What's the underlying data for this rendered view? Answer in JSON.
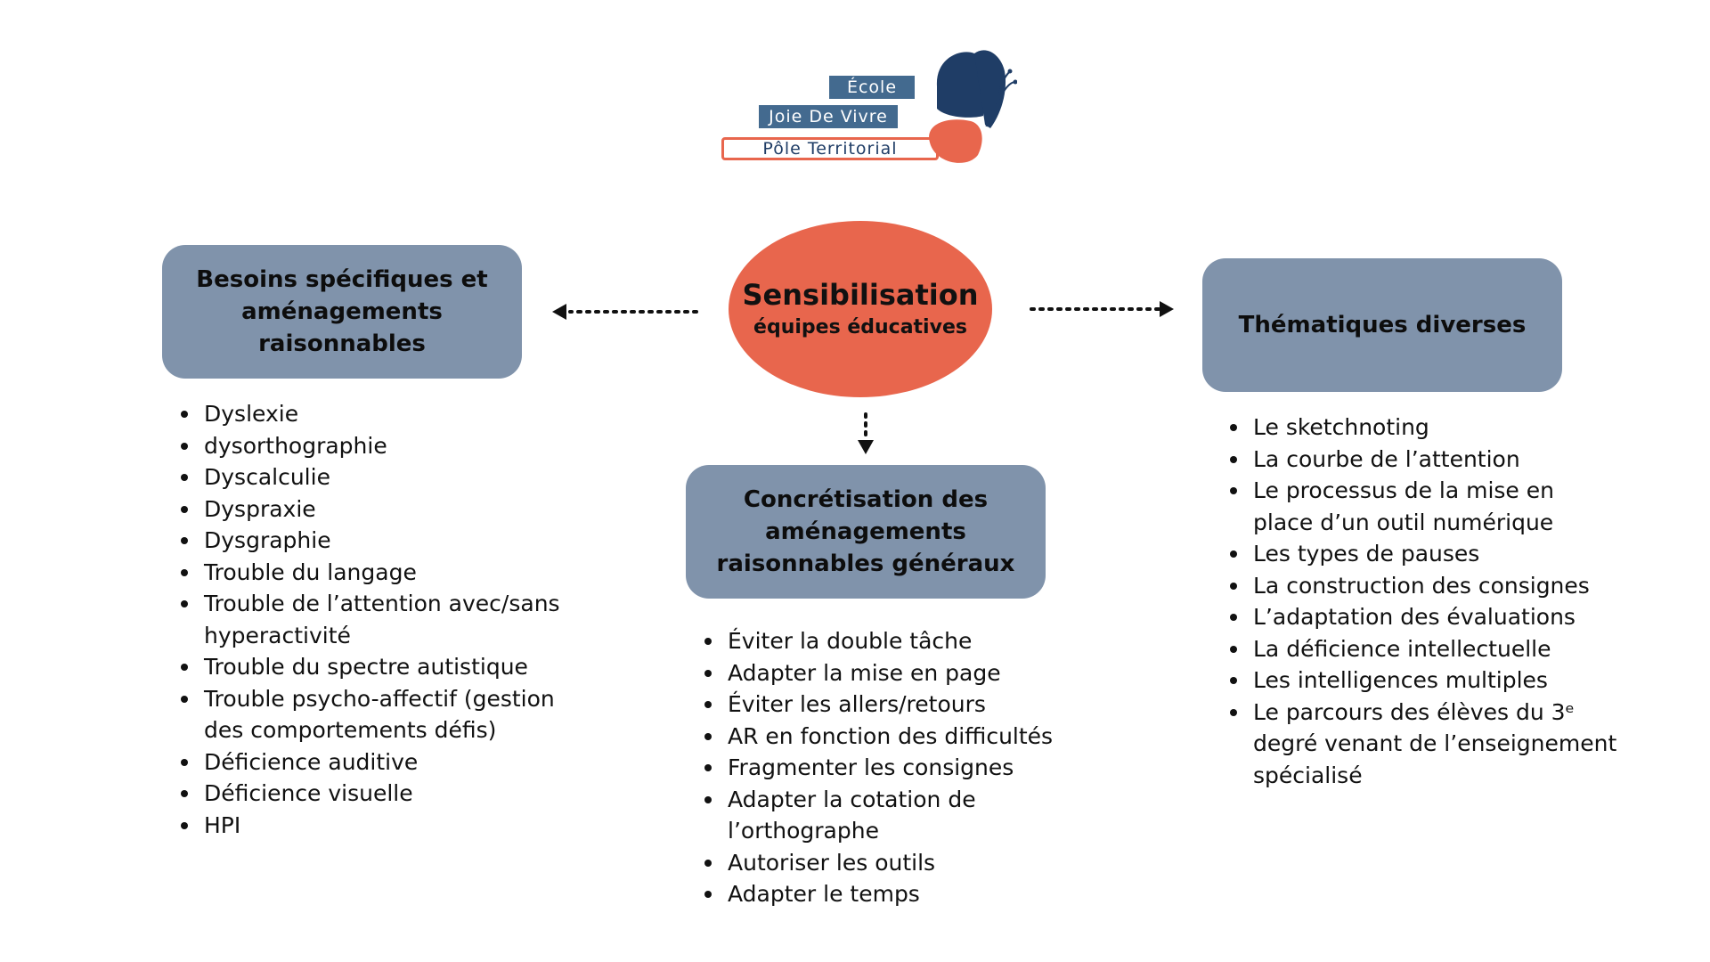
{
  "logo": {
    "line1": "École",
    "line2": "Joie De Vivre",
    "line3": "Pôle Territorial",
    "colors": {
      "navy": "#1f3d66",
      "blue": "#436a8f",
      "coral": "#e8664d"
    }
  },
  "center": {
    "title": "Sensibilisation",
    "subtitle": "équipes éducatives",
    "color": "#e8664d"
  },
  "boxes": {
    "color": "#8093ab",
    "left": "Besoins spécifiques et aménagements raisonnables",
    "right": "Thématiques diverses",
    "center": "Concrétisation des aménagements raisonnables généraux"
  },
  "lists": {
    "left": [
      "Dyslexie",
      "dysorthographie",
      "Dyscalculie",
      "Dyspraxie",
      "Dysgraphie",
      "Trouble du langage",
      "Trouble de l’attention avec/sans hyperactivité",
      "Trouble du spectre autistique",
      "Trouble psycho-affectif (gestion des comportements défis)",
      "Déficience auditive",
      "Déficience visuelle",
      "HPI"
    ],
    "center": [
      "Éviter la double tâche",
      "Adapter la mise en page",
      "Éviter les allers/retours",
      "AR en fonction des difficultés",
      "Fragmenter les consignes",
      "Adapter la cotation de l’orthographe",
      "Autoriser les outils",
      "Adapter le temps"
    ],
    "right": [
      "Le sketchnoting",
      "La courbe de l’attention",
      "Le processus de la mise en place d’un outil numérique",
      "Les types de pauses",
      "La construction des consignes",
      "L’adaptation des évaluations",
      "La déficience intellectuelle",
      "Les intelligences multiples",
      "Le parcours des élèves du 3ᵉ degré venant de l’enseignement spécialisé"
    ]
  }
}
